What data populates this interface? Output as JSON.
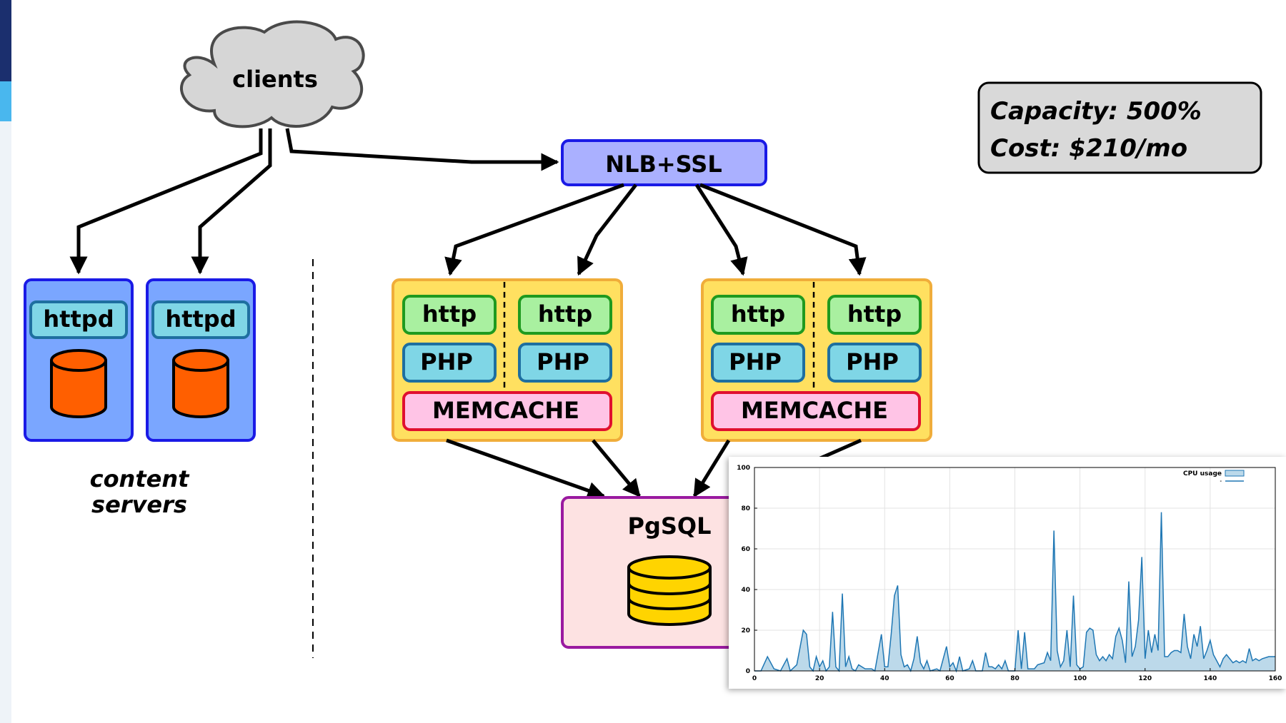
{
  "diagram": {
    "clients_label": "clients",
    "lb_label": "NLB+SSL",
    "httpd_label": "httpd",
    "content_servers_label_line1": "content",
    "content_servers_label_line2": "servers",
    "http_label": "http",
    "php_label": "PHP",
    "memcache_label": "MEMCACHE",
    "db_label": "PgSQL",
    "capacity_text": "Capacity: 500%",
    "cost_text": "Cost: $210/mo"
  },
  "colors": {
    "cloud": "#d6d6d6",
    "lb": "#aab0ff",
    "lb_border": "#1a1ae6",
    "content_server": "#7aa6ff",
    "httpd": "#7fd6e6",
    "orange_db": "#ff5f00",
    "web_group": "#ffe060",
    "web_group_border": "#f0ad3a",
    "http": "#a9f0a0",
    "http_border": "#1f9a1f",
    "php": "#7fd6e6",
    "php_border": "#1e6fa0",
    "memcache": "#ffc4e6",
    "memcache_border": "#e0102f",
    "pgsql_bg": "#fde2e2",
    "pgsql_border": "#9a1aa0",
    "yellow_db": "#ffd400",
    "chart_line": "#1f77b4",
    "chart_fill": "#bcd9ea"
  },
  "chart_data": {
    "type": "area",
    "legend": [
      "CPU usage",
      "-"
    ],
    "legend_position": "top-right",
    "xlim": [
      0,
      160
    ],
    "ylim": [
      0,
      100
    ],
    "xticks": [
      "0",
      "20",
      "40",
      "60",
      "80",
      "100",
      "120",
      "140",
      "160"
    ],
    "yticks": [
      "0",
      "20",
      "40",
      "60",
      "80",
      "100"
    ],
    "grid": true,
    "points": [
      [
        0,
        0
      ],
      [
        2,
        0
      ],
      [
        4,
        7
      ],
      [
        6,
        1
      ],
      [
        8,
        0
      ],
      [
        10,
        6
      ],
      [
        11,
        0
      ],
      [
        13,
        3
      ],
      [
        15,
        20
      ],
      [
        16,
        18
      ],
      [
        17,
        2
      ],
      [
        18,
        0
      ],
      [
        19,
        7
      ],
      [
        20,
        2
      ],
      [
        21,
        5
      ],
      [
        22,
        0
      ],
      [
        23,
        2
      ],
      [
        24,
        29
      ],
      [
        25,
        2
      ],
      [
        26,
        0
      ],
      [
        27,
        38
      ],
      [
        28,
        2
      ],
      [
        29,
        7
      ],
      [
        30,
        1
      ],
      [
        31,
        0
      ],
      [
        32,
        3
      ],
      [
        34,
        1
      ],
      [
        36,
        1
      ],
      [
        37,
        0
      ],
      [
        39,
        18
      ],
      [
        40,
        2
      ],
      [
        41,
        2
      ],
      [
        42,
        18
      ],
      [
        43,
        37
      ],
      [
        44,
        42
      ],
      [
        45,
        8
      ],
      [
        46,
        2
      ],
      [
        47,
        3
      ],
      [
        48,
        0
      ],
      [
        49,
        6
      ],
      [
        50,
        17
      ],
      [
        51,
        4
      ],
      [
        52,
        1
      ],
      [
        53,
        5
      ],
      [
        54,
        0
      ],
      [
        56,
        1
      ],
      [
        57,
        0
      ],
      [
        59,
        12
      ],
      [
        60,
        2
      ],
      [
        61,
        4
      ],
      [
        62,
        0
      ],
      [
        63,
        7
      ],
      [
        64,
        0
      ],
      [
        66,
        1
      ],
      [
        67,
        5
      ],
      [
        68,
        0
      ],
      [
        70,
        0
      ],
      [
        71,
        9
      ],
      [
        72,
        2
      ],
      [
        73,
        2
      ],
      [
        74,
        1
      ],
      [
        75,
        3
      ],
      [
        76,
        1
      ],
      [
        77,
        5
      ],
      [
        78,
        0
      ],
      [
        80,
        0
      ],
      [
        81,
        20
      ],
      [
        82,
        1
      ],
      [
        83,
        19
      ],
      [
        84,
        1
      ],
      [
        86,
        1
      ],
      [
        87,
        3
      ],
      [
        89,
        4
      ],
      [
        90,
        9
      ],
      [
        91,
        5
      ],
      [
        92,
        69
      ],
      [
        93,
        10
      ],
      [
        94,
        2
      ],
      [
        95,
        5
      ],
      [
        96,
        20
      ],
      [
        97,
        2
      ],
      [
        98,
        37
      ],
      [
        99,
        3
      ],
      [
        100,
        1
      ],
      [
        101,
        2
      ],
      [
        102,
        19
      ],
      [
        103,
        21
      ],
      [
        104,
        20
      ],
      [
        105,
        8
      ],
      [
        106,
        5
      ],
      [
        107,
        7
      ],
      [
        108,
        5
      ],
      [
        109,
        8
      ],
      [
        110,
        6
      ],
      [
        111,
        17
      ],
      [
        112,
        21
      ],
      [
        113,
        15
      ],
      [
        114,
        4
      ],
      [
        115,
        44
      ],
      [
        116,
        7
      ],
      [
        117,
        12
      ],
      [
        118,
        25
      ],
      [
        119,
        56
      ],
      [
        120,
        6
      ],
      [
        121,
        20
      ],
      [
        122,
        9
      ],
      [
        123,
        18
      ],
      [
        124,
        10
      ],
      [
        125,
        78
      ],
      [
        126,
        7
      ],
      [
        127,
        7
      ],
      [
        128,
        9
      ],
      [
        129,
        10
      ],
      [
        130,
        10
      ],
      [
        131,
        9
      ],
      [
        132,
        28
      ],
      [
        133,
        12
      ],
      [
        134,
        6
      ],
      [
        135,
        18
      ],
      [
        136,
        12
      ],
      [
        137,
        22
      ],
      [
        138,
        6
      ],
      [
        139,
        10
      ],
      [
        140,
        15
      ],
      [
        141,
        8
      ],
      [
        142,
        5
      ],
      [
        143,
        2
      ],
      [
        144,
        6
      ],
      [
        145,
        8
      ],
      [
        146,
        6
      ],
      [
        147,
        4
      ],
      [
        148,
        5
      ],
      [
        149,
        4
      ],
      [
        150,
        5
      ],
      [
        151,
        4
      ],
      [
        152,
        11
      ],
      [
        153,
        5
      ],
      [
        154,
        6
      ],
      [
        155,
        5
      ],
      [
        156,
        6
      ],
      [
        158,
        7
      ],
      [
        160,
        7
      ]
    ]
  }
}
